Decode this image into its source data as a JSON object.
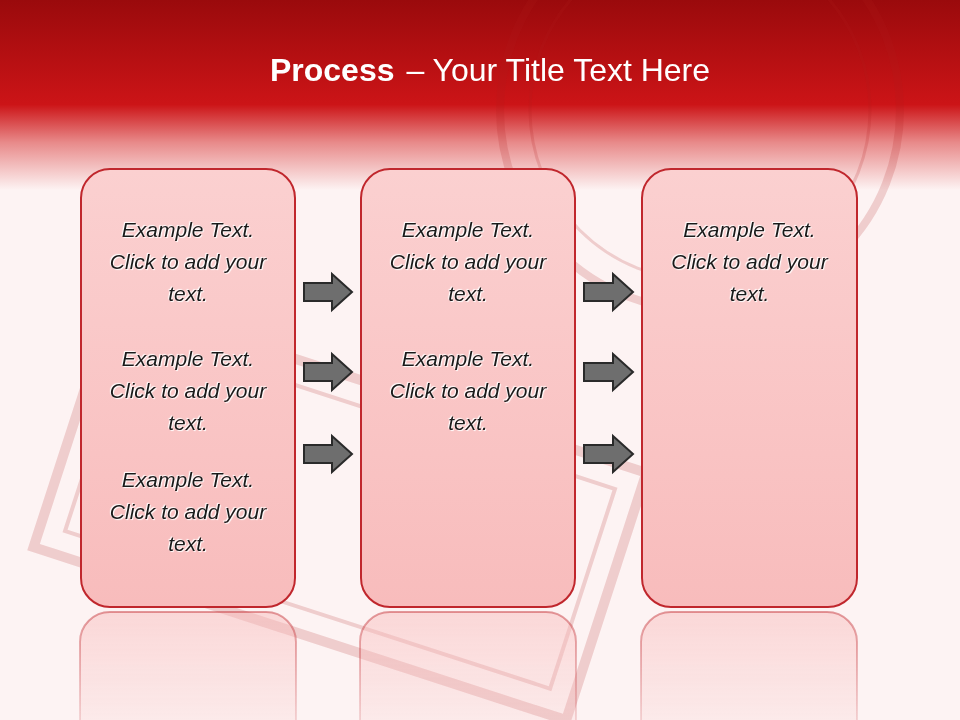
{
  "diagram": {
    "title": "Process",
    "nodes": [
      {
        "text": [
          "Example Text. Click to add your text.",
          "Example Text. Click to add your text.",
          "Example Text. Click to add your text."
        ]
      },
      {
        "text": [
          "Example Text. Click to add your text.",
          "Example Text. Click to add your text."
        ]
      },
      {
        "text": [
          "Example Text. Click to add your text."
        ]
      }
    ],
    "edges": [
      {
        "from": 0,
        "to": 1,
        "arrow": "to"
      },
      {
        "from": 0,
        "to": 1,
        "arrow": "to"
      },
      {
        "from": 0,
        "to": 1,
        "arrow": "to"
      },
      {
        "from": 1,
        "to": 2,
        "arrow": "to"
      },
      {
        "from": 1,
        "to": 2,
        "arrow": "to"
      },
      {
        "from": 1,
        "to": 2,
        "arrow": "to"
      }
    ],
    "labels": [
      "– Your Title Text Here"
    ]
  }
}
